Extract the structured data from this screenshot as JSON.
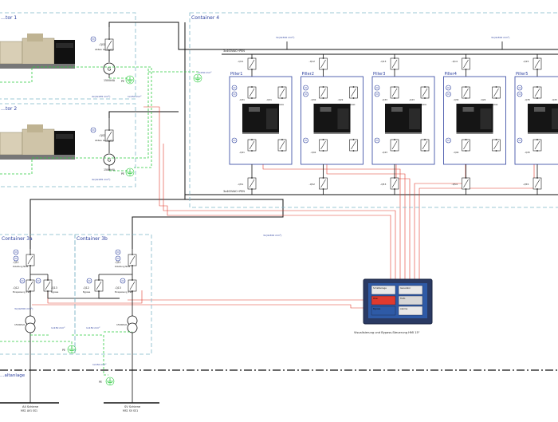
{
  "colors": {
    "bus": "#111111",
    "signal": "#e03a2e",
    "ground": "#2ecc40",
    "container": "#7fb7c9",
    "piller": "#2b3f9e",
    "label": "#2b3f9e"
  },
  "generators": [
    {
      "title": "…tor 1",
      "breaker": "-Q01",
      "breaker_sub": "Abbau Generator",
      "symbol": "G",
      "rating": "1500kVA",
      "cable": "4x(4x185 mm²)"
    },
    {
      "title": "…tor 2",
      "breaker": "-Q02",
      "breaker_sub": "Abbau Generator",
      "symbol": "G",
      "rating": "1500kVA",
      "cable": "4x(4x185 mm²)"
    }
  ],
  "pe_label": "PE",
  "container4": {
    "title": "Container 4",
    "bus_top": "3x400VAC+PEN",
    "bus_bottom": "3x400VAC+PEN",
    "cable_left": "3x(4x300 mm²)",
    "cable_right": "3x(4x300 mm²)",
    "pe_cable": "1x150 mm²"
  },
  "pillers": [
    {
      "name": "Piller1",
      "q_in": "-Q11",
      "q_by": "-Q21",
      "q_out": "-Q41",
      "q_mid": "-Q31",
      "q_bot": "-Q51",
      "bypass": "Bypass"
    },
    {
      "name": "Piller2",
      "q_in": "-Q12",
      "q_by": "-Q22",
      "q_out": "-Q42",
      "q_mid": "-Q32",
      "q_bot": "-Q52",
      "bypass": "Bypass"
    },
    {
      "name": "Piller3",
      "q_in": "-Q13",
      "q_by": "-Q23",
      "q_out": "-Q43",
      "q_mid": "-Q33",
      "q_bot": "-Q53",
      "bypass": "Bypass"
    },
    {
      "name": "Piller4",
      "q_in": "-Q14",
      "q_by": "-Q24",
      "q_out": "-Q44",
      "q_mid": "-Q34",
      "q_bot": "-Q54",
      "bypass": "Bypass"
    },
    {
      "name": "Piller5",
      "q_in": "-Q15",
      "q_by": "-Q25",
      "q_out": "-Q45",
      "q_mid": "-Q35",
      "q_bot": "-Q55",
      "bypass": "Bypass"
    }
  ],
  "container3a": {
    "title": "Container 3a",
    "q_top": "-Q11",
    "q_top_sub": "Zuleitung Netz",
    "q_left": "-Q12",
    "q_left_sub": "Einspeisung Trafo",
    "q_right": "-Q13",
    "q_right_sub": "Bypass",
    "cable": "3x(4x300 mm²)",
    "trafo": "1500kVA",
    "pe_cable": "1x150 mm²"
  },
  "container3b": {
    "title": "Container 3b",
    "q_top": "-Q11",
    "q_top_sub": "Zuleitung Netz",
    "q_left": "-Q12",
    "q_left_sub": "Bypass",
    "q_right": "-Q13",
    "q_right_sub": "Einspeisung Trafo",
    "trafo": "1500kVA",
    "pe_cable": "1x150 mm²"
  },
  "link_cable": "3x(4x300 mm²)",
  "hmi": {
    "caption": "Visualisierung und Bypass-Steuerung HMI 15\"",
    "screen_tiles": [
      "Schaltanlage",
      "Generator",
      "Piller",
      "Trafo",
      "Bypass",
      "Alarme"
    ]
  },
  "switchgear_label": "…altanlage",
  "feeds": [
    {
      "name": "A4 Schiene",
      "sub": "MS1 AV1 SS1"
    },
    {
      "name": "SV Schiene",
      "sub": "MS1 SV SS1"
    }
  ],
  "plus_label": "+"
}
